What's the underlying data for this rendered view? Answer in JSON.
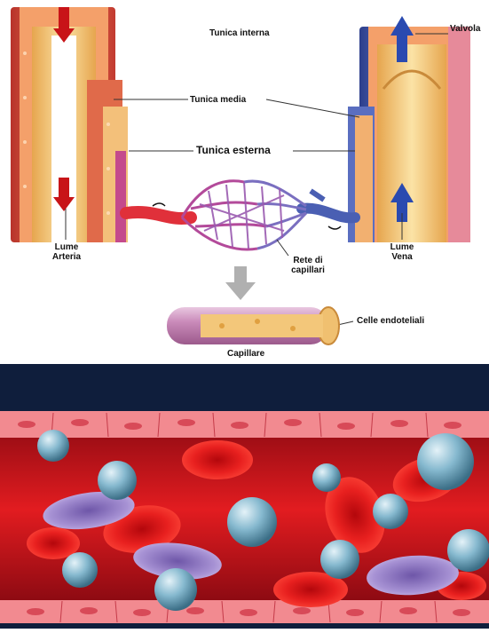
{
  "labels": {
    "tunica_interna": "Tunica interna",
    "valvola": "Valvola",
    "tunica_media": "Tunica media",
    "tunica_esterna": "Tunica esterna",
    "lume_arteria_1": "Lume",
    "lume_arteria_2": "Arteria",
    "lume_vena_1": "Lume",
    "lume_vena_2": "Vena",
    "rete_1": "Rete di",
    "rete_2": "capillari",
    "celle_endoteliali": "Celle endoteliali",
    "capillare": "Capillare"
  },
  "colors": {
    "artery": "#e8553a",
    "artery_inner": "#f2c46b",
    "vein": "#4a5fb3",
    "capillary_pink": "#c44d8a",
    "capillary_purple": "#8a6fc0",
    "vessel_lumen": "#b8101a",
    "blood_cell": "#e0161b",
    "platelet": "#7fb2c9",
    "white_cell": "#9b86c8",
    "endothelium": "#f07f86",
    "background_dark": "#0f1e3c"
  }
}
